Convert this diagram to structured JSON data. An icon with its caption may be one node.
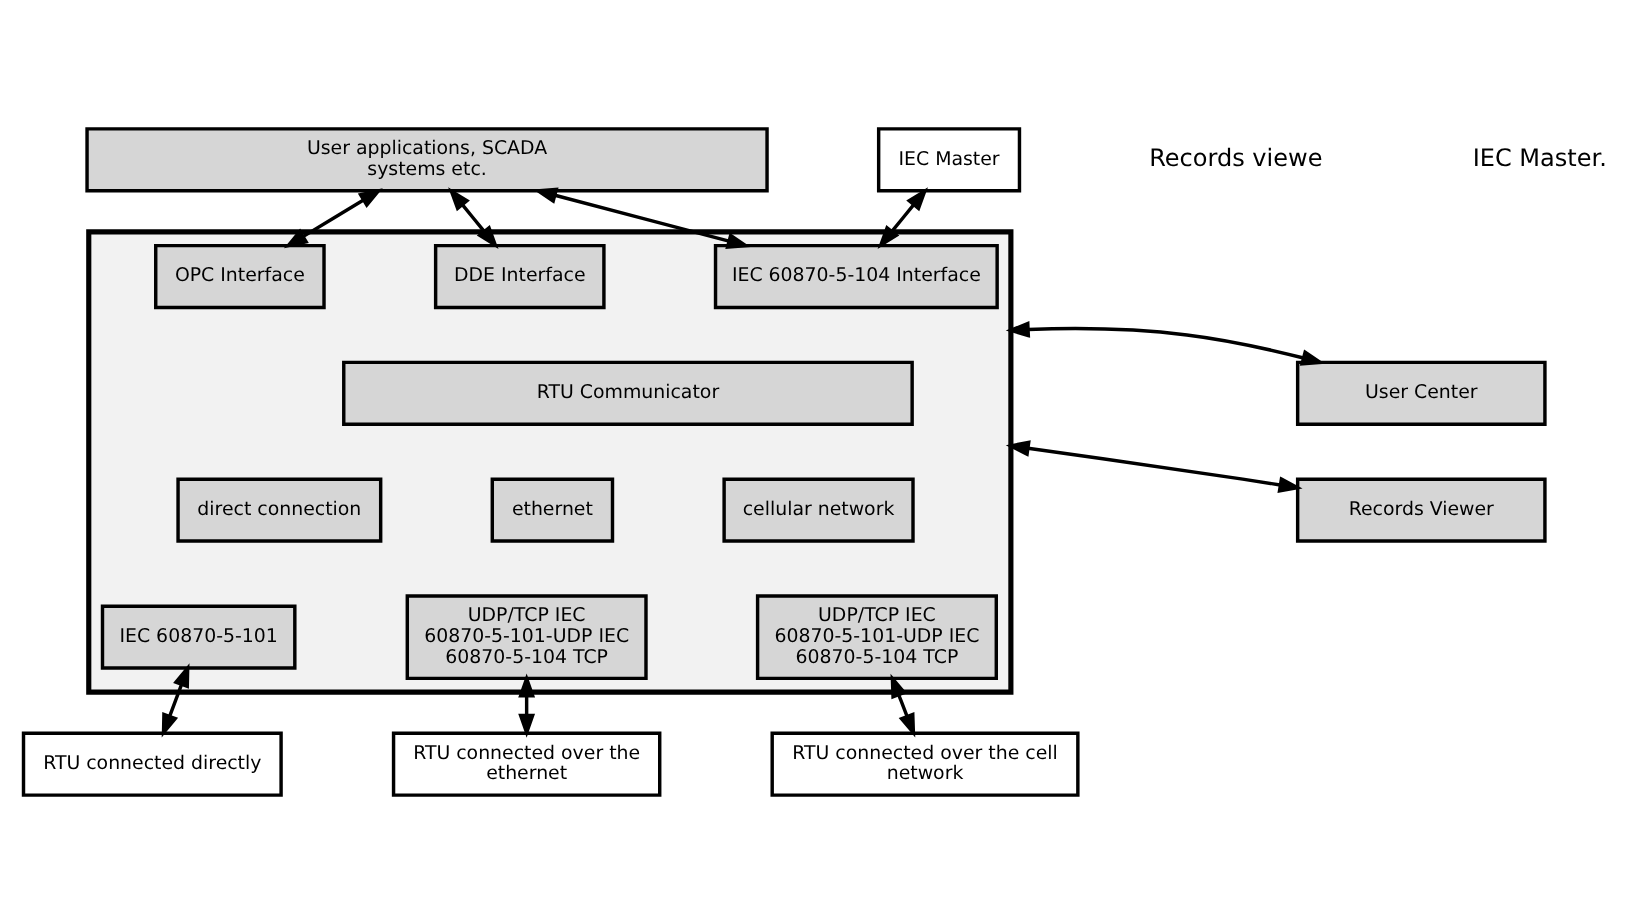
{
  "diagram": {
    "nodes": [
      {
        "text": [
          "User applications, SCADA systems etc."
        ]
      },
      {
        "text": [
          "IEC Master"
        ]
      },
      {
        "text": [],
        "shape": "box"
      },
      {
        "text": [
          "OPC Interface"
        ],
        "in": 2
      },
      {
        "text": [
          "DDE Interface"
        ],
        "in": 2
      },
      {
        "text": [
          "IEC 60870-5-104 Interface"
        ],
        "in": 2
      },
      {
        "text": [
          "RTU Communicator"
        ],
        "in": 2
      },
      {
        "text": [
          "direct connection"
        ],
        "in": 2
      },
      {
        "text": [
          "ethernet"
        ],
        "in": 2
      },
      {
        "text": [
          "cellular network"
        ],
        "in": 2
      },
      {
        "text": [
          "IEC 60870-5-101"
        ],
        "in": 2
      },
      {
        "text": [
          "UDP/TCP IEC 60870-5-101-UDP IEC 60870-5-104 TCP"
        ],
        "in": 2
      },
      {
        "text": [
          "UDP/TCP IEC 60870-5-101-UDP IEC 60870-5-104 TCP"
        ],
        "in": 2
      },
      {
        "text": [
          "RTU connected directly"
        ]
      },
      {
        "text": [
          "RTU connected over the ethernet"
        ]
      },
      {
        "text": [
          "RTU connected over the cell network"
        ]
      },
      {
        "text": [
          "User Center"
        ]
      },
      {
        "text": [
          "Records Viewer"
        ]
      }
    ],
    "edges": [
      {
        "from": 0,
        "to": 3,
        "arrow": "both"
      },
      {
        "from": 0,
        "to": 4,
        "arrow": "both"
      },
      {
        "from": 0,
        "to": 5,
        "arrow": "both"
      },
      {
        "from": 1,
        "to": 5,
        "arrow": "both"
      },
      {
        "from": 10,
        "to": 13,
        "arrow": "both"
      },
      {
        "from": 11,
        "to": 14,
        "arrow": "both"
      },
      {
        "from": 12,
        "to": 15,
        "arrow": "both"
      },
      {
        "from": 2,
        "to": 16,
        "arrow": "both"
      },
      {
        "from": 2,
        "to": 17,
        "arrow": "both"
      }
    ],
    "labels": [
      "Records viewe",
      "IEC Master."
    ]
  }
}
